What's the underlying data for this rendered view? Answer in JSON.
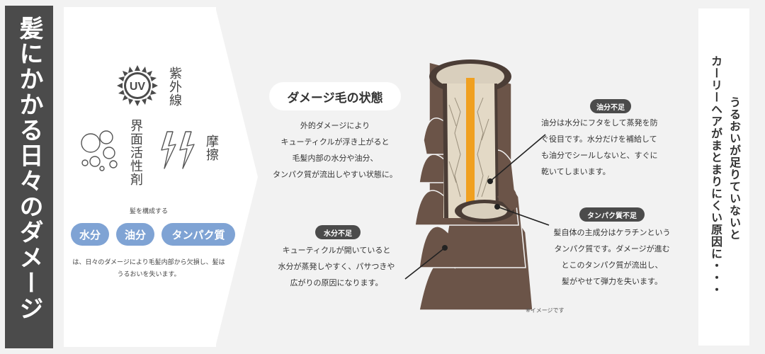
{
  "title": "髪にかかる日々のダメージ",
  "damage_sources": {
    "uv_icon_text": "UV",
    "uv_label": "紫外線",
    "surfactant_label": "界面活性剤",
    "friction_label": "摩擦"
  },
  "composition": {
    "heading": "髪を構成する",
    "pills": [
      "水分",
      "油分",
      "タンパク質"
    ],
    "description": "は、日々のダメージにより毛髪内部から欠損し、髪はうるおいを失います。"
  },
  "state": {
    "heading": "ダメージ毛の状態",
    "text": "外的ダメージにより\nキューティクルが浮き上がると\n毛髪内部の水分や油分、\nタンパク質が流出しやすい状態に。"
  },
  "callouts": {
    "water": {
      "label": "水分不足",
      "text": "キューティクルが開いていると\n水分が蒸発しやすく、パサつきや\n広がりの原因になります。"
    },
    "oil": {
      "label": "油分不足",
      "text": "油分は水分にフタをして蒸発を防\nぐ役目です。水分だけを補給して\nも油分でシールしないと、すぐに\n乾いてしまいます。"
    },
    "protein": {
      "label": "タンパク質不足",
      "text": "髪自体の主成分はケラチンという\nタンパク質です。ダメージが進む\nとこのタンパク質が流出し、\n髪がやせて弾力を失います。"
    }
  },
  "note": "※イメージです",
  "side_text": {
    "line1": "カーリーヘアがまとまりにくい原因に・・・",
    "line2": "うるおいが足りていないと"
  },
  "colors": {
    "dark": "#4b4b4b",
    "blue": "#7fa3d4",
    "hair": "#6b5448",
    "core": "#f0a020"
  }
}
